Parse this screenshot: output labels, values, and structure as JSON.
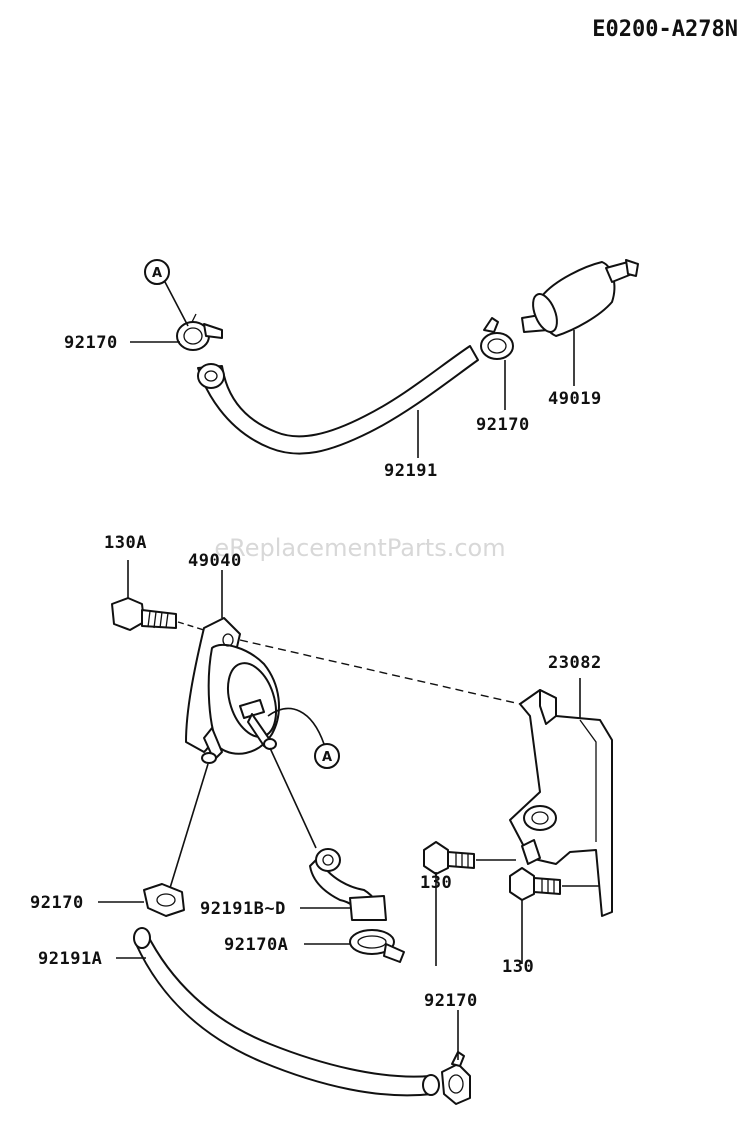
{
  "diagram_code": "E0200-A278N",
  "watermark": "eReplacementParts.com",
  "callouts": {
    "a_upper": "A",
    "a_lower": "A"
  },
  "labels": {
    "clamp_upper_left": "92170",
    "clamp_upper_right": "92170",
    "fuel_filter": "49019",
    "hose_upper": "92191",
    "bolt_130a": "130A",
    "fuel_pump": "49040",
    "bracket": "23082",
    "bolt_130_upper": "130",
    "bolt_130_lower": "130",
    "clamp_lower_left": "92170",
    "hose_b_d": "92191B~D",
    "clamp_a": "92170A",
    "hose_a": "92191A",
    "clamp_lower_right": "92170"
  }
}
